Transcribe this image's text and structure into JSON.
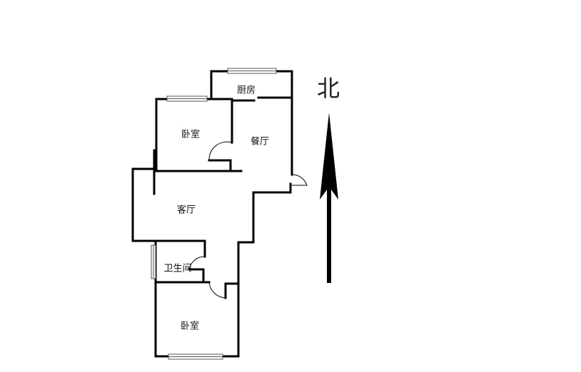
{
  "rooms": {
    "kitchen": "厨房",
    "bedroom_north": "卧室",
    "dining": "餐厅",
    "living": "客厅",
    "bathroom": "卫生间",
    "bedroom_south": "卧室"
  },
  "compass": {
    "label": "北"
  },
  "colors": {
    "wall": "#000000",
    "window": "#888888"
  }
}
